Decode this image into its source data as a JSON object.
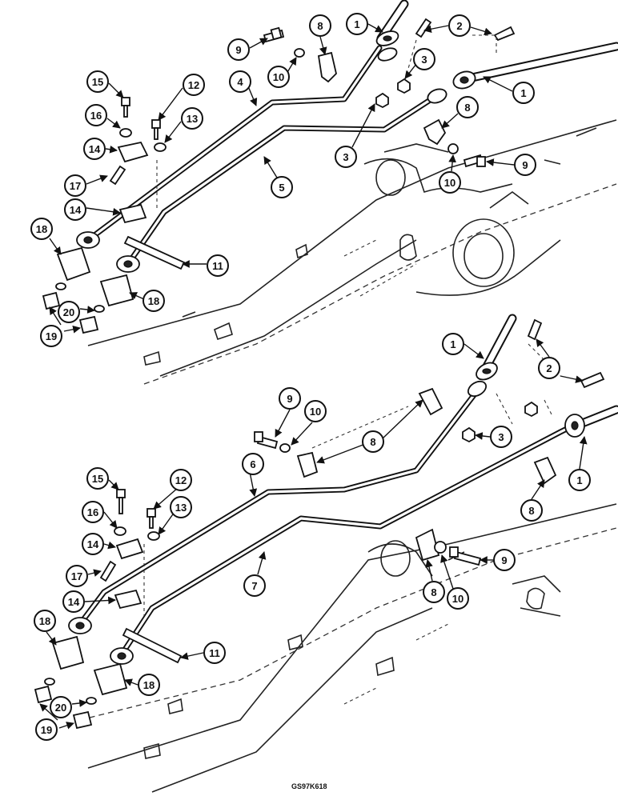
{
  "figure_code": "GS97K618",
  "callouts": {
    "top": [
      "1",
      "2",
      "9",
      "8",
      "10",
      "3",
      "1",
      "15",
      "12",
      "4",
      "16",
      "13",
      "14",
      "3",
      "5",
      "8",
      "10",
      "9",
      "17",
      "14",
      "18",
      "11",
      "20",
      "18",
      "19"
    ],
    "bottom": [
      "1",
      "2",
      "9",
      "10",
      "3",
      "8",
      "1",
      "15",
      "12",
      "6",
      "16",
      "13",
      "14",
      "8",
      "17",
      "7",
      "9",
      "14",
      "8",
      "10",
      "18",
      "11",
      "18",
      "20",
      "19"
    ]
  }
}
